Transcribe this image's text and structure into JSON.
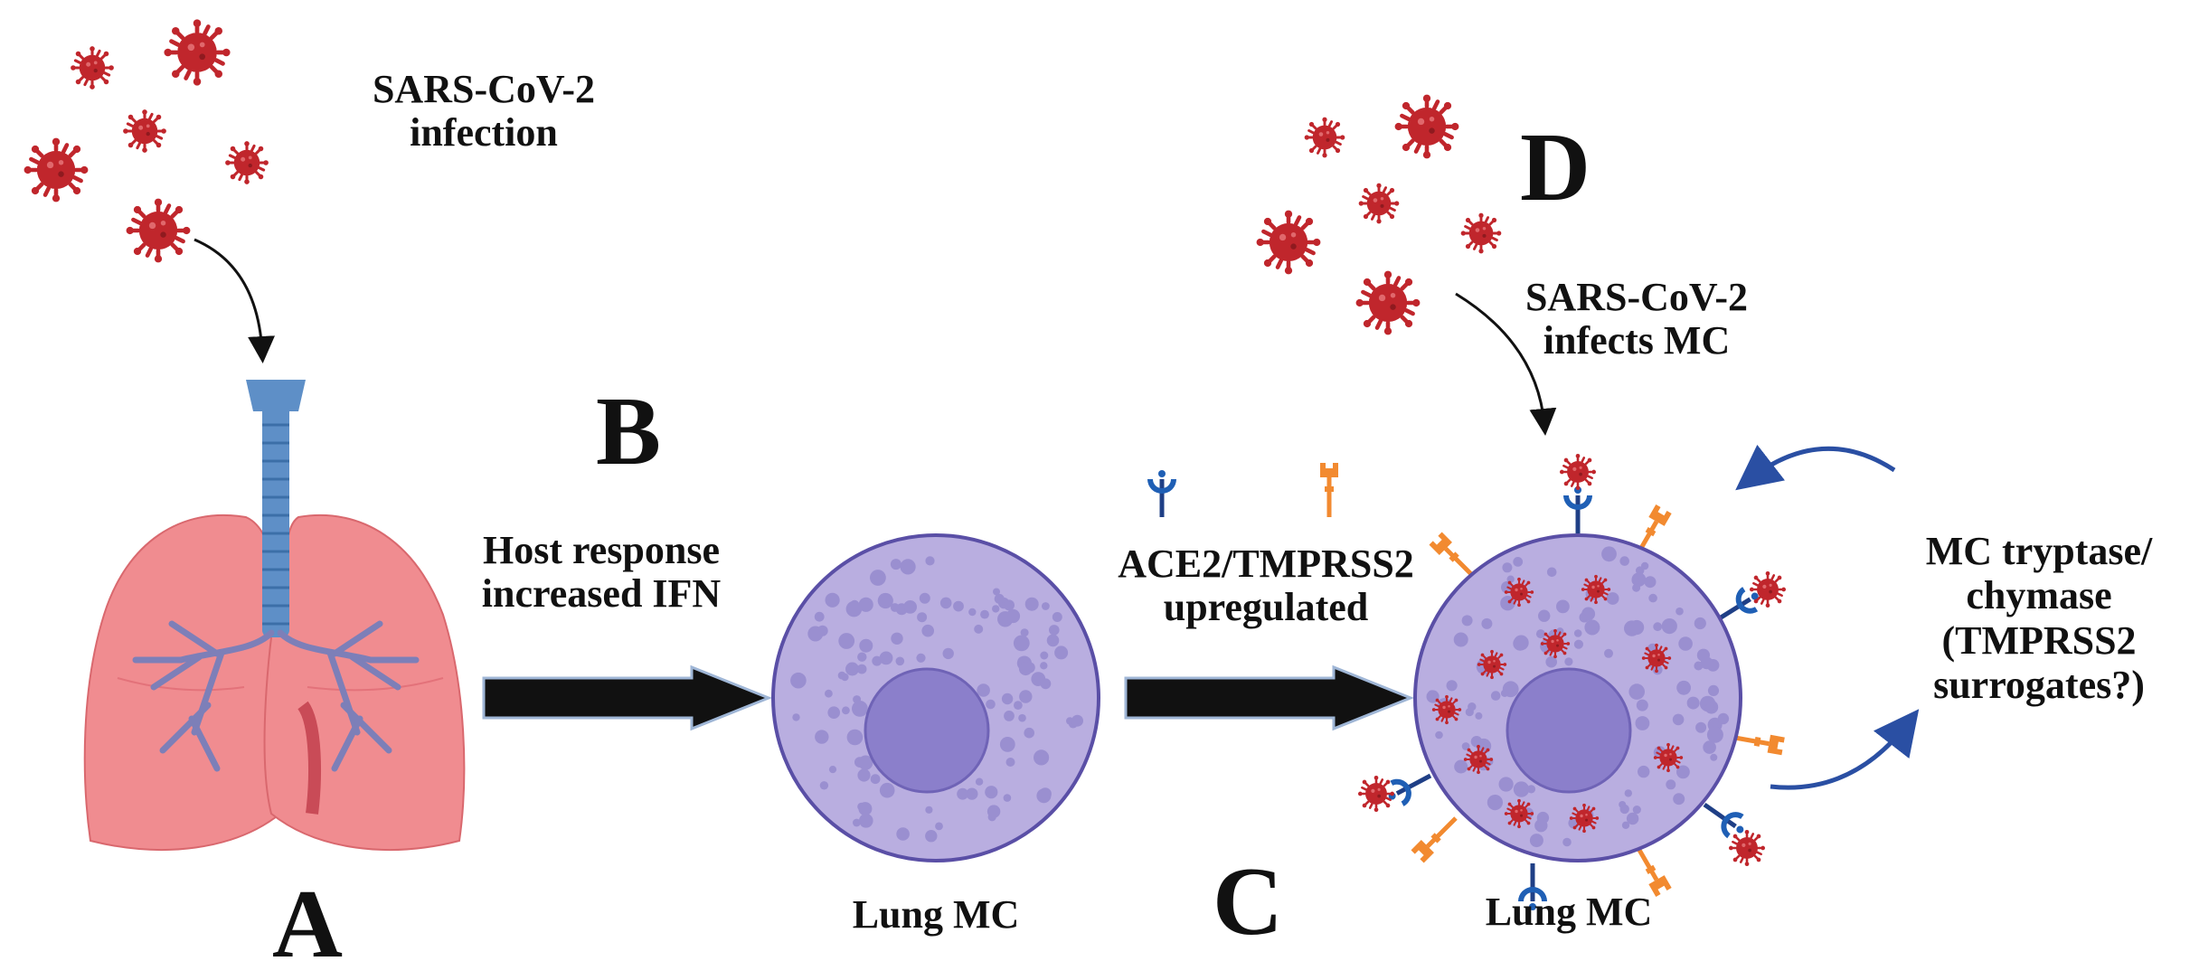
{
  "panels": {
    "a": {
      "letter": "A"
    },
    "b": {
      "letter": "B",
      "line1": "Host response",
      "line2": "increased IFN"
    },
    "c": {
      "letter": "C",
      "line1": "ACE2/TMPRSS2",
      "line2": "upregulated"
    },
    "d": {
      "letter": "D",
      "line1": "SARS-CoV-2",
      "line2": "infects MC"
    }
  },
  "infection": {
    "line1": "SARS-CoV-2",
    "line2": "infection"
  },
  "cells": {
    "left_label": "Lung MC",
    "right_label": "Lung MC"
  },
  "proteases": {
    "line1": "MC tryptase/",
    "line2": "chymase",
    "line3": "(TMPRSS2",
    "line4": "surrogates?)"
  },
  "colors": {
    "virus": "#c0262c",
    "cell_fill": "#b9aee0",
    "cell_edge": "#5a4fa6",
    "nucleus": "#8b7fcb",
    "granule": "#9a8fd0",
    "lung": "#f08c90",
    "trachea": "#5e8fc7",
    "ace2_receptor": "#1f3f86",
    "tmprss2": "#f28a30",
    "flow_arrow": "#111111",
    "curved_arrow": "#2a4fa3"
  }
}
